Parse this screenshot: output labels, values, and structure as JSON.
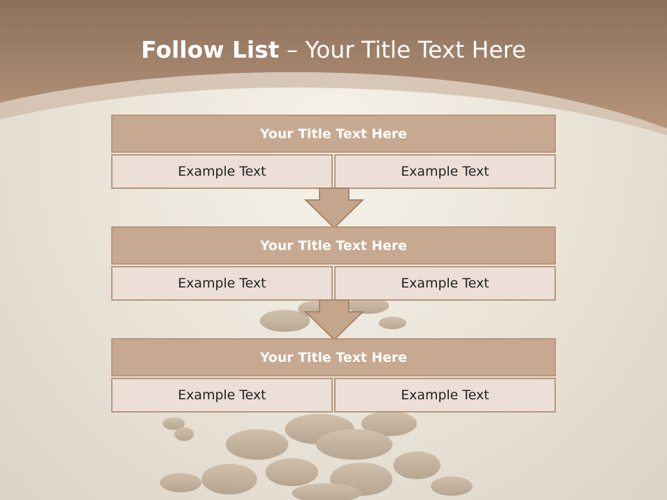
{
  "slide": {
    "title_bold": "Follow List",
    "title_rest": " – Your Title Text Here"
  },
  "blocks": [
    {
      "title": "Your Title Text Here",
      "left": "Example Text",
      "right": "Example Text"
    },
    {
      "title": "Your Title Text Here",
      "left": "Example Text",
      "right": "Example Text"
    },
    {
      "title": "Your Title Text Here",
      "left": "Example Text",
      "right": "Example Text"
    }
  ],
  "colors": {
    "header_band": "#a58268",
    "block_header": "#c7a991",
    "block_cell": "#ecdfd8",
    "border": "#b8957a",
    "arrow": "#c5a58c"
  }
}
